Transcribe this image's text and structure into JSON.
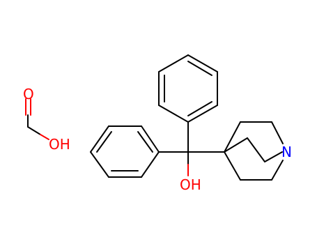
{
  "formic_acid": {
    "carbonyl_o": "O",
    "hydroxyl": "OH"
  },
  "main_molecule": {
    "hydroxyl": "OH",
    "nitrogen": "N"
  },
  "colors": {
    "bond": "#000000",
    "oxygen": "#ff0000",
    "nitrogen": "#0000ff"
  }
}
